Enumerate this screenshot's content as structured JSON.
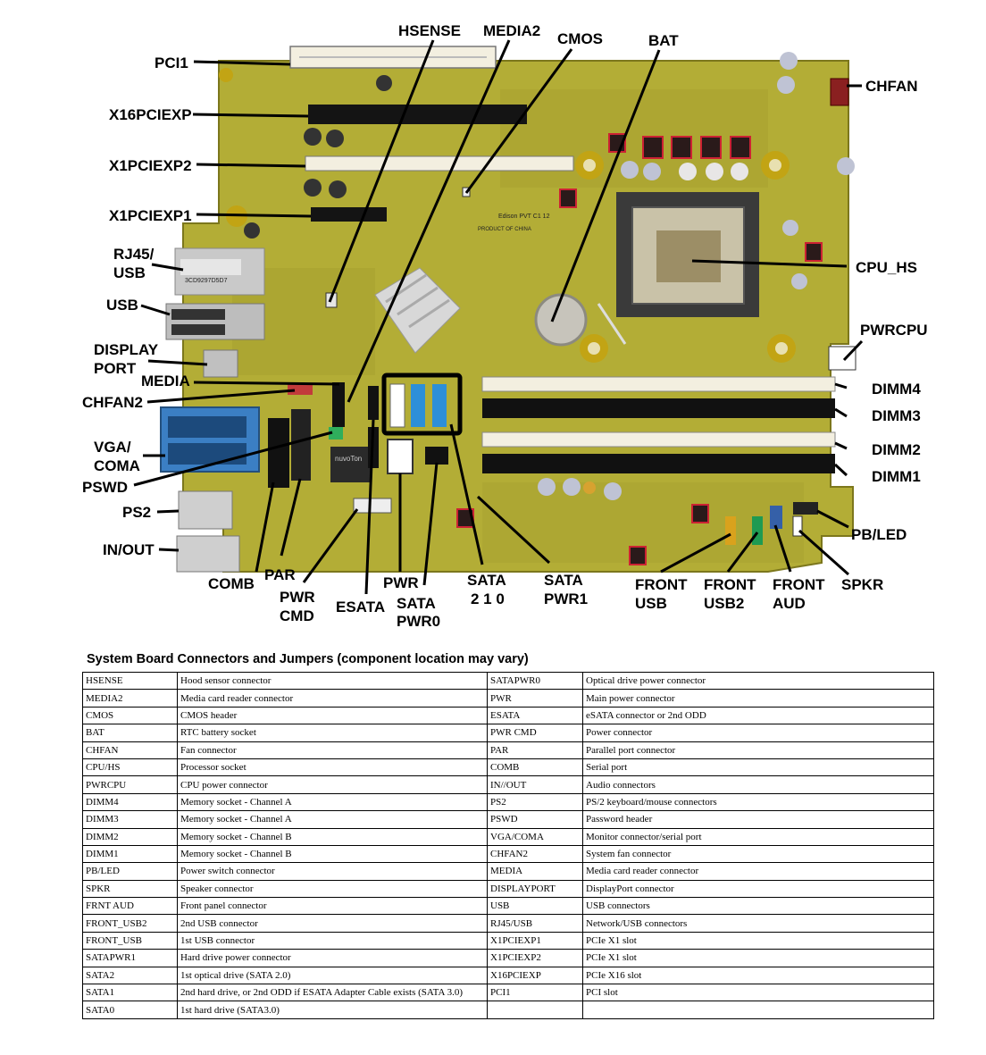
{
  "diagram": {
    "labels": {
      "hsense": "HSENSE",
      "media2": "MEDIA2",
      "cmos": "CMOS",
      "bat": "BAT",
      "chfan": "CHFAN",
      "pci1": "PCI1",
      "x16pciexp": "X16PCIEXP",
      "x1pciexp2": "X1PCIEXP2",
      "x1pciexp1": "X1PCIEXP1",
      "rj45_l1": "RJ45/",
      "rj45_l2": "USB",
      "usb": "USB",
      "display_l1": "DISPLAY",
      "display_l2": "PORT",
      "media": "MEDIA",
      "chfan2": "CHFAN2",
      "vga_l1": "VGA/",
      "vga_l2": "COMA",
      "pswd": "PSWD",
      "ps2": "PS2",
      "inout": "IN/OUT",
      "comb": "COMB",
      "par": "PAR",
      "pwrcmd_l1": "PWR",
      "pwrcmd_l2": "CMD",
      "esata": "ESATA",
      "pwr": "PWR",
      "satapwr0_l1": "SATA",
      "satapwr0_l2": "PWR0",
      "sata_l1": "SATA",
      "sata_l2": "2 1 0",
      "satapwr1_l1": "SATA",
      "satapwr1_l2": "PWR1",
      "frontusb_l1": "FRONT",
      "frontusb_l2": "USB",
      "frontusb2_l1": "FRONT",
      "frontusb2_l2": "USB2",
      "frontaud_l1": "FRONT",
      "frontaud_l2": "AUD",
      "spkr": "SPKR",
      "pbled": "PB/LED",
      "cpu_hs": "CPU_HS",
      "pwrcpu": "PWRCPU",
      "dimm4": "DIMM4",
      "dimm3": "DIMM3",
      "dimm2": "DIMM2",
      "dimm1": "DIMM1"
    },
    "board_text": {
      "sticker": "3CD9297D5D7",
      "board_name": "Edison PVT C1 12",
      "made_in": "PRODUCT OF CHINA",
      "chip": "nuvoTon"
    },
    "colors": {
      "pcb": "#b3ad36",
      "pcb_dark": "#8f8a22",
      "sata_blue": "#2d8fd8",
      "vga_blue": "#3b7fc4",
      "dimm_black": "#111111"
    }
  },
  "table": {
    "caption": "System Board Connectors and Jumpers (component location may vary)",
    "rows": [
      [
        "HSENSE",
        "Hood sensor connector",
        "SATAPWR0",
        "Optical drive power connector"
      ],
      [
        "MEDIA2",
        "Media card reader connector",
        "PWR",
        "Main power connector"
      ],
      [
        "CMOS",
        "CMOS header",
        "ESATA",
        "eSATA connector or 2nd ODD"
      ],
      [
        "BAT",
        "RTC battery socket",
        "PWR CMD",
        "Power connector"
      ],
      [
        "CHFAN",
        "Fan connector",
        "PAR",
        "Parallel port connector"
      ],
      [
        "CPU/HS",
        "Processor socket",
        "COMB",
        "Serial port"
      ],
      [
        "PWRCPU",
        "CPU power connector",
        "IN//OUT",
        "Audio connectors"
      ],
      [
        "DIMM4",
        "Memory socket - Channel A",
        "PS2",
        "PS/2 keyboard/mouse connectors"
      ],
      [
        "DIMM3",
        "Memory socket - Channel A",
        "PSWD",
        "Password header"
      ],
      [
        "DIMM2",
        "Memory socket - Channel B",
        "VGA/COMA",
        "Monitor connector/serial port"
      ],
      [
        "DIMM1",
        "Memory socket - Channel B",
        "CHFAN2",
        "System fan connector"
      ],
      [
        "PB/LED",
        "Power switch connector",
        "MEDIA",
        "Media card reader connector"
      ],
      [
        "SPKR",
        "Speaker connector",
        "DISPLAYPORT",
        "DisplayPort connector"
      ],
      [
        "FRNT AUD",
        "Front panel connector",
        "USB",
        "USB connectors"
      ],
      [
        "FRONT_USB2",
        "2nd USB connector",
        "RJ45/USB",
        "Network/USB connectors"
      ],
      [
        "FRONT_USB",
        "1st USB connector",
        "X1PCIEXP1",
        "PCIe X1 slot"
      ],
      [
        "SATAPWR1",
        "Hard drive power connector",
        "X1PCIEXP2",
        "PCIe X1 slot"
      ],
      [
        "SATA2",
        "1st optical drive (SATA 2.0)",
        "X16PCIEXP",
        "PCIe X16 slot"
      ],
      [
        "SATA1",
        "2nd hard drive, or 2nd ODD if ESATA Adapter Cable exists (SATA 3.0)",
        "PCI1",
        "PCI slot"
      ],
      [
        "SATA0",
        "1st hard drive (SATA3.0)",
        "",
        ""
      ]
    ]
  }
}
